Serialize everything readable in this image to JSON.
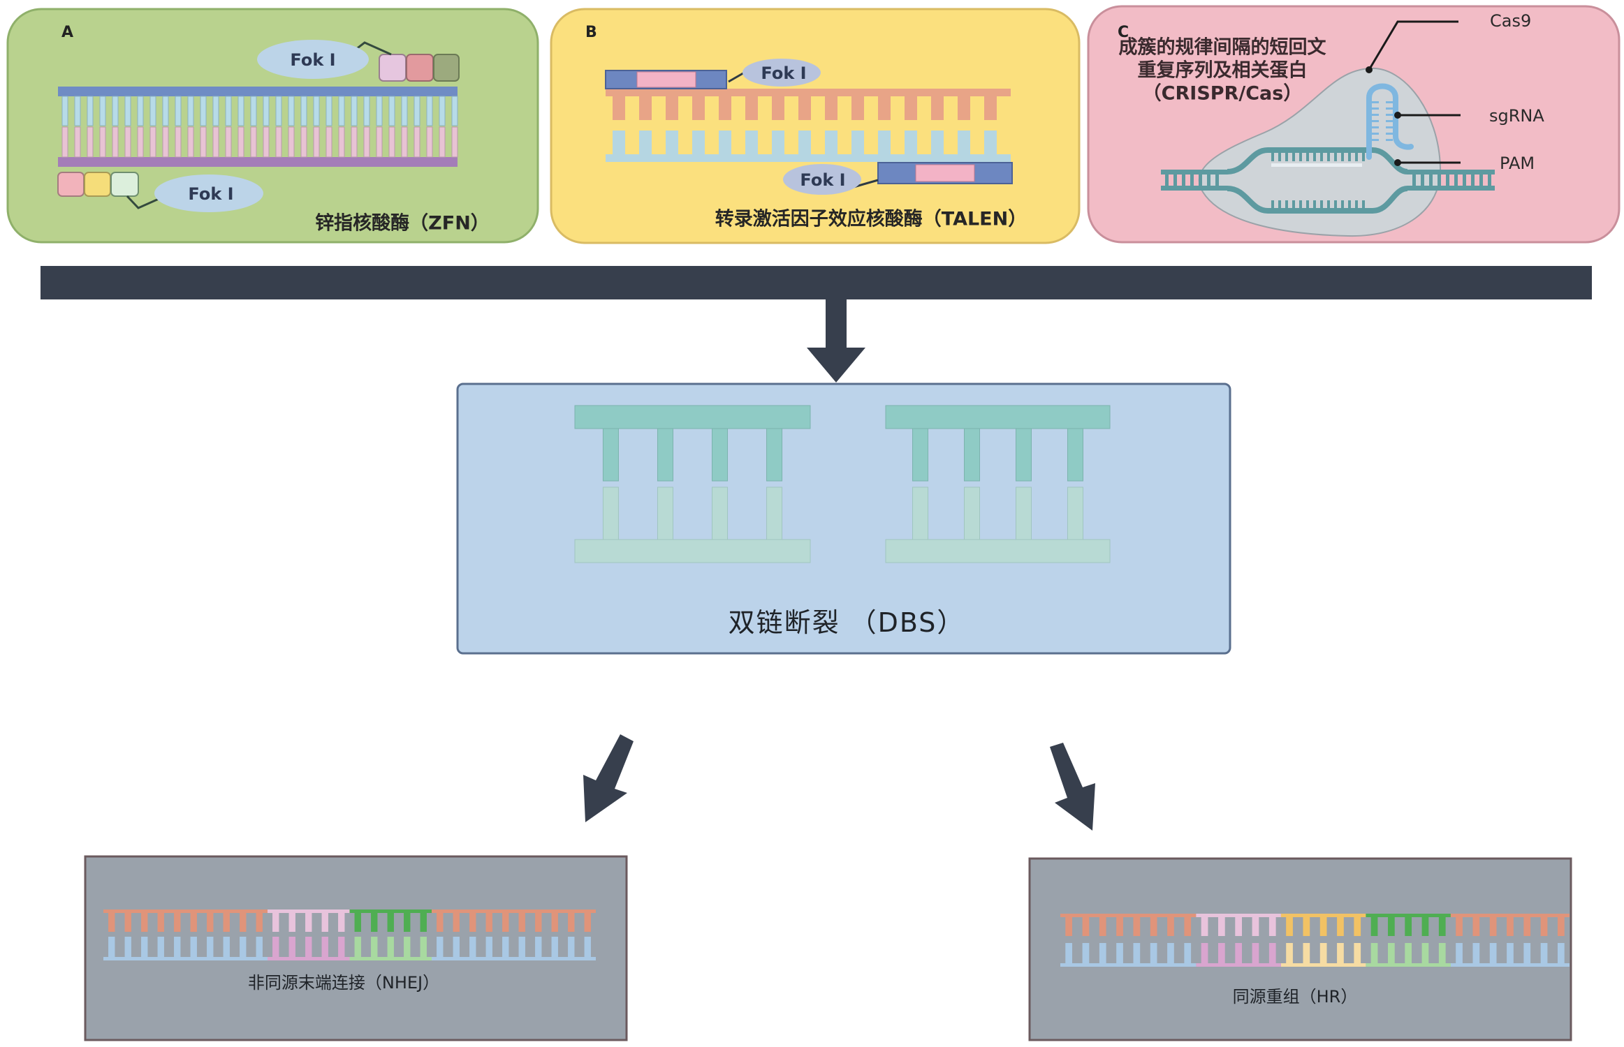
{
  "figure": {
    "title": "Genome editing tools and DNA double-strand break repair pathways",
    "colors": {
      "zfn_panel": "#b9d28e",
      "talen_panel": "#fbe07e",
      "crispr_panel": "#f2bcc6",
      "connector": "#373f4d",
      "dbs_box": "#bcd3ea",
      "repair_box": "#9aa2ab"
    }
  },
  "panels": [
    {
      "id": "A",
      "letter": "A",
      "caption": "锌指核酸酶（ZFN）",
      "nuclease_labels": [
        "Fok I",
        "Fok I"
      ],
      "zinc_finger_colors_top": [
        "#e6c6df",
        "#e29a9e",
        "#9caa7e"
      ],
      "zinc_finger_colors_bottom": [
        "#f2b3bb",
        "#f5dd7a",
        "#dcefdc"
      ]
    },
    {
      "id": "B",
      "letter": "B",
      "caption": "转录激活因子效应核酸酶（TALEN）",
      "nuclease_labels": [
        "Fok I",
        "Fok I"
      ]
    },
    {
      "id": "C",
      "letter": "C",
      "title_lines": [
        "成簇的规律间隔的短回文",
        "重复序列及相关蛋白",
        "（CRISPR/Cas）"
      ],
      "callouts": {
        "cas9": "Cas9",
        "sgrna": "sgRNA",
        "pam": "PAM"
      }
    }
  ],
  "dbs": {
    "label": "双链断裂 （DBS）"
  },
  "repair": [
    {
      "id": "nhej",
      "label": "非同源末端连接（NHEJ）",
      "segments": [
        {
          "top": "#e0947a",
          "bottom": "#a9c8e4",
          "teeth": 10
        },
        {
          "top": "#e8c3dc",
          "bottom": "#d9a5cf",
          "teeth": 5
        },
        {
          "top": "#4fae52",
          "bottom": "#a8d9a0",
          "teeth": 5
        },
        {
          "top": "#e0947a",
          "bottom": "#a9c8e4",
          "teeth": 10
        }
      ]
    },
    {
      "id": "hr",
      "label": "同源重组（HR）",
      "segments": [
        {
          "top": "#e0947a",
          "bottom": "#a9c8e4",
          "teeth": 8
        },
        {
          "top": "#e8c3dc",
          "bottom": "#d9a5cf",
          "teeth": 5
        },
        {
          "top": "#f2c264",
          "bottom": "#f6dca3",
          "teeth": 5
        },
        {
          "top": "#4fae52",
          "bottom": "#a8d9a0",
          "teeth": 5
        },
        {
          "top": "#e0947a",
          "bottom": "#a9c8e4",
          "teeth": 7
        }
      ]
    }
  ]
}
